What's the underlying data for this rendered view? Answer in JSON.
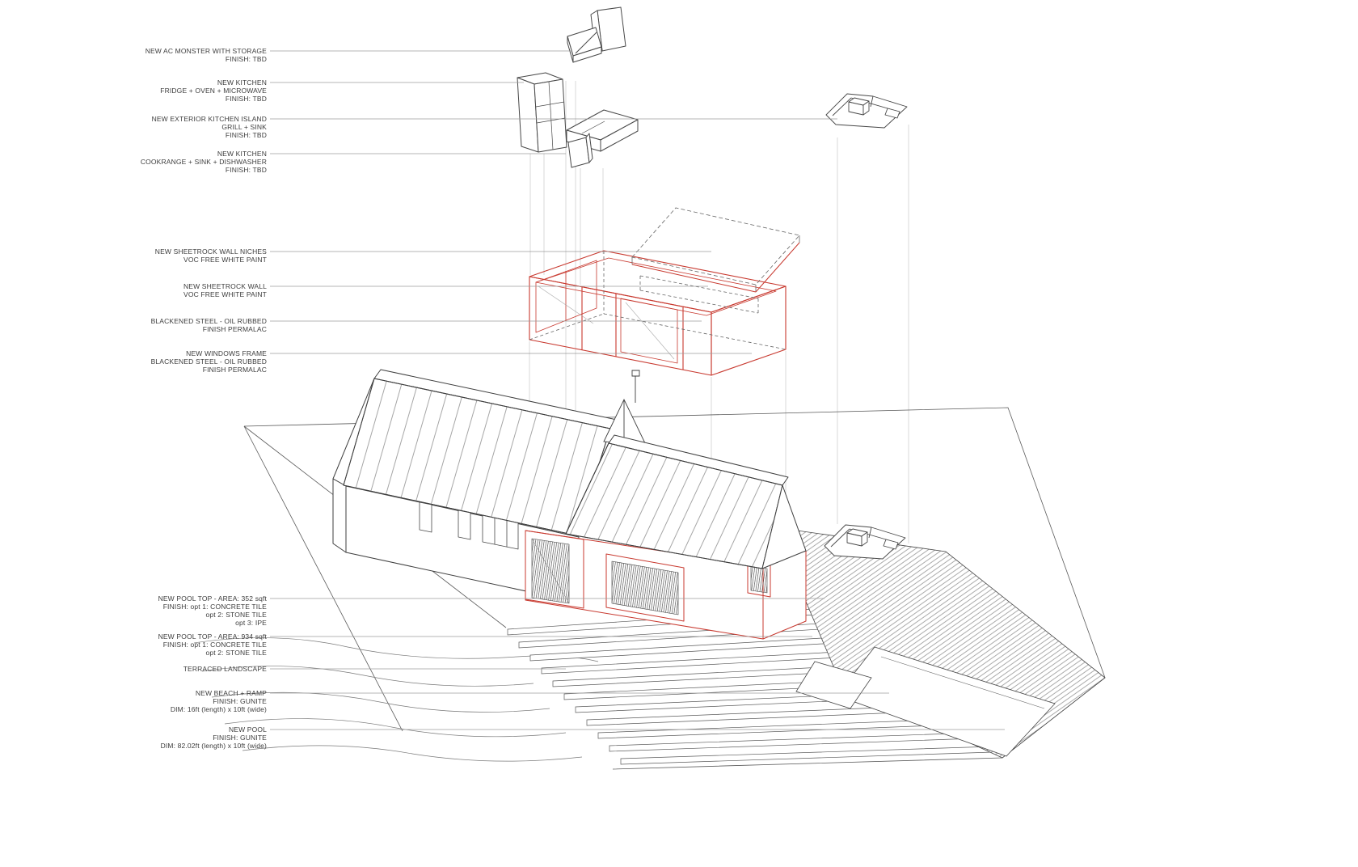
{
  "meta": {
    "drawing_type": "exploded axonometric renovation diagram",
    "accent_red": "#c8392f",
    "line_color": "#3f3f3f",
    "leader_color": "#9b9b9b"
  },
  "labels": [
    {
      "name": "ac-monster",
      "lines": [
        "NEW AC MONSTER WITH STORAGE",
        "FINISH: TBD"
      ]
    },
    {
      "name": "kitchen-fridge",
      "lines": [
        "NEW KITCHEN",
        "FRIDGE + OVEN + MICROWAVE",
        "FINISH: TBD"
      ]
    },
    {
      "name": "exterior-kitchen-island",
      "lines": [
        "NEW EXTERIOR KITCHEN ISLAND",
        "GRILL + SINK",
        "FINISH: TBD"
      ]
    },
    {
      "name": "kitchen-cookrange",
      "lines": [
        "NEW KITCHEN",
        "COOKRANGE + SINK + DISHWASHER",
        "FINISH: TBD"
      ]
    },
    {
      "name": "sheetrock-wall-niches",
      "lines": [
        "NEW SHEETROCK WALL NICHES",
        "VOC FREE WHITE PAINT"
      ]
    },
    {
      "name": "sheetrock-wall",
      "lines": [
        "NEW SHEETROCK WALL",
        "VOC FREE WHITE PAINT"
      ]
    },
    {
      "name": "blackened-steel",
      "lines": [
        "BLACKENED STEEL - OIL RUBBED",
        "FINISH PERMALAC"
      ]
    },
    {
      "name": "windows-frame",
      "lines": [
        "NEW WINDOWS FRAME",
        "BLACKENED STEEL - OIL RUBBED",
        "FINISH PERMALAC"
      ]
    },
    {
      "name": "pool-top-352",
      "lines": [
        "NEW POOL TOP - AREA: 352 sqft",
        "FINISH: opt 1: CONCRETE TILE",
        "opt 2: STONE TILE",
        "opt 3: IPE"
      ]
    },
    {
      "name": "pool-top-934",
      "lines": [
        "NEW POOL TOP - AREA: 934 sqft",
        "FINISH: opt 1: CONCRETE TILE",
        "opt 2: STONE TILE"
      ]
    },
    {
      "name": "terraced-landscape",
      "lines": [
        "TERRACED LANDSCAPE"
      ]
    },
    {
      "name": "beach-ramp",
      "lines": [
        "NEW BEACH + RAMP",
        "FINISH: GUNITE",
        "DIM: 16ft (length) x 10ft (wide)"
      ]
    },
    {
      "name": "new-pool",
      "lines": [
        "NEW POOL",
        "FINISH: GUNITE",
        "DIM: 82.02ft (length) x 10ft (wide)"
      ]
    }
  ]
}
